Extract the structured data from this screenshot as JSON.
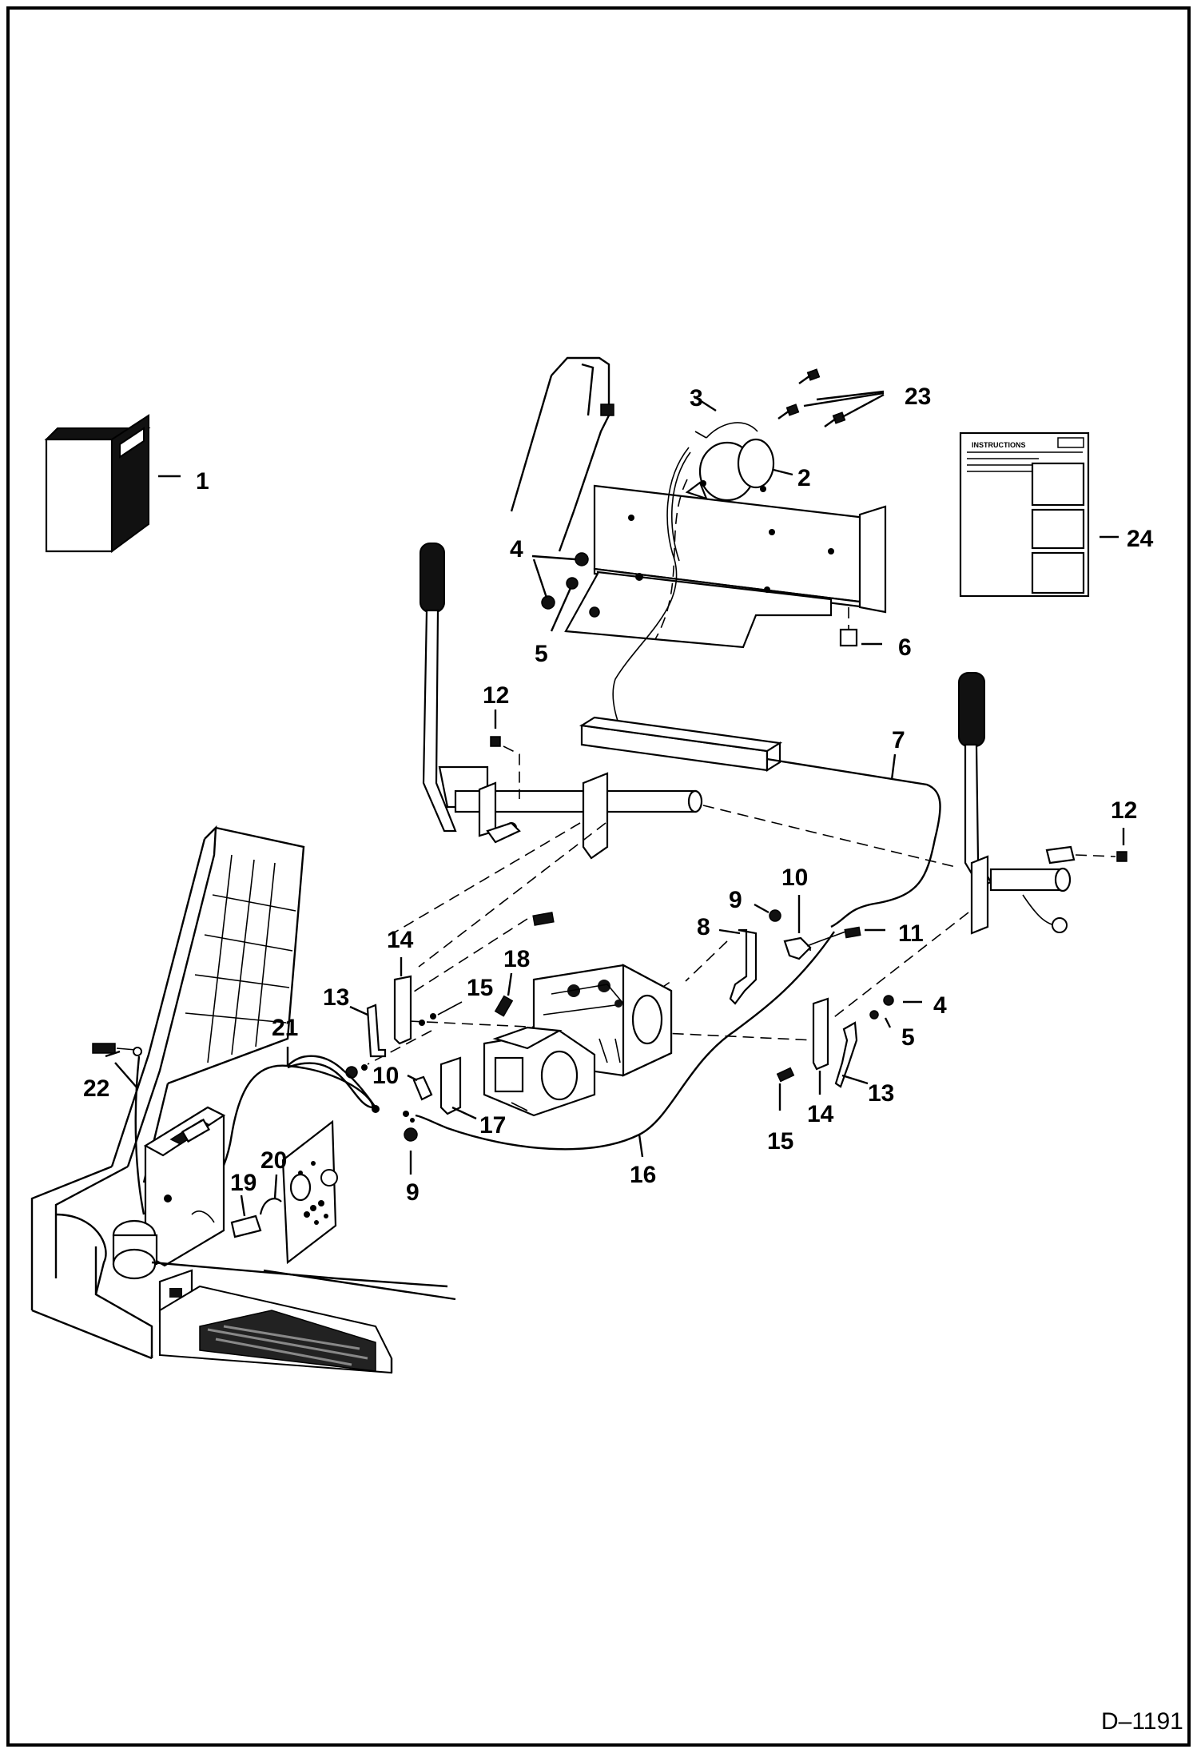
{
  "figure": {
    "code": "D–1191",
    "labels": {
      "l1": "1",
      "l2": "2",
      "l3": "3",
      "l4a": "4",
      "l4b": "4",
      "l5a": "5",
      "l5b": "5",
      "l6": "6",
      "l7": "7",
      "l8": "8",
      "l9a": "9",
      "l9b": "9",
      "l10a": "10",
      "l10b": "10",
      "l11": "11",
      "l12a": "12",
      "l12b": "12",
      "l13a": "13",
      "l13b": "13",
      "l14a": "14",
      "l14b": "14",
      "l15a": "15",
      "l15b": "15",
      "l16": "16",
      "l17": "17",
      "l18": "18",
      "l19": "19",
      "l20": "20",
      "l21": "21",
      "l22": "22",
      "l23": "23",
      "l24": "24"
    },
    "instructions_sheet": {
      "title": "INSTRUCTIONS"
    }
  }
}
